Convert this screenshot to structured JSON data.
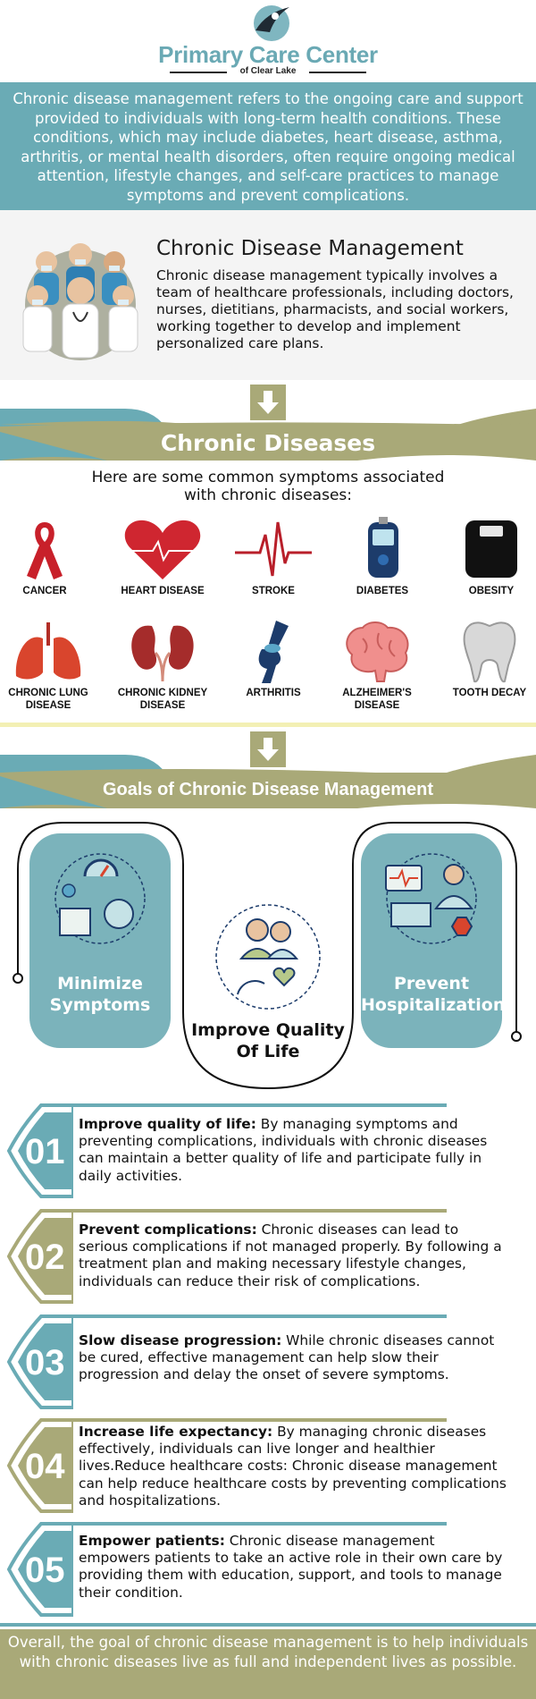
{
  "header": {
    "title": "Primary Care Center",
    "subtitle": "of Clear Lake"
  },
  "intro": {
    "text": "Chronic disease management refers to the ongoing care and support provided to individuals with long-term health conditions. These conditions, which may include diabetes, heart disease, asthma, arthritis, or mental health disorders, often require ongoing medical attention, lifestyle changes, and self-care practices to manage symptoms and prevent complications."
  },
  "cdm": {
    "title": "Chronic Disease Management",
    "text": "Chronic disease management typically involves a team of healthcare professionals, including doctors, nurses, dietitians, pharmacists, and social workers, working together to develop and implement personalized care plans."
  },
  "diseases_section": {
    "title": "Chronic Diseases",
    "intro_line1": "Here are some common symptoms associated",
    "intro_line2": "with chronic diseases:",
    "items": [
      {
        "label": "CANCER",
        "icon": "ribbon-icon"
      },
      {
        "label": "HEART DISEASE",
        "icon": "heart-icon"
      },
      {
        "label": "STROKE",
        "icon": "ecg-icon"
      },
      {
        "label": "DIABETES",
        "icon": "glucometer-icon"
      },
      {
        "label": "OBESITY",
        "icon": "scale-icon"
      },
      {
        "label": "CHRONIC LUNG DISEASE",
        "icon": "lungs-icon"
      },
      {
        "label": "CHRONIC KIDNEY DISEASE",
        "icon": "kidneys-icon"
      },
      {
        "label": "ARTHRITIS",
        "icon": "knee-joint-icon"
      },
      {
        "label": "ALZHEIMER'S DISEASE",
        "icon": "brain-icon"
      },
      {
        "label": "TOOTH DECAY",
        "icon": "tooth-icon"
      }
    ]
  },
  "goals_section": {
    "title": "Goals of Chronic Disease Management",
    "goals": [
      {
        "line1": "Minimize",
        "line2": "Symptoms"
      },
      {
        "line1": "Improve Quality",
        "line2": "Of Life"
      },
      {
        "line1": "Prevent",
        "line2": "Hospitalization"
      }
    ]
  },
  "list": [
    {
      "num": "01",
      "title": "Improve quality of life:",
      "text": " By managing symptoms and preventing complications, individuals with chronic diseases can maintain a better quality of life and participate fully in daily activities."
    },
    {
      "num": "02",
      "title": "Prevent complications:",
      "text": " Chronic diseases can lead to serious complications if not managed properly. By following a treatment plan and making necessary lifestyle changes, individuals can reduce their risk of complications."
    },
    {
      "num": "03",
      "title": "Slow disease progression:",
      "text": " While chronic diseases cannot be cured, effective management can help slow their progression and delay the onset of severe symptoms."
    },
    {
      "num": "04",
      "title": "Increase life expectancy:",
      "text": " By managing chronic diseases effectively, individuals can live longer and healthier lives.Reduce healthcare costs: Chronic disease management can help reduce healthcare costs by preventing complications and hospitalizations."
    },
    {
      "num": "05",
      "title": "Empower patients:",
      "text": " Chronic disease management empowers patients to take an active role in their own care by providing them with education, support, and tools to manage their condition."
    }
  ],
  "footer": {
    "text": "Overall, the goal of chronic disease management is to help individuals with chronic diseases live as full and independent lives as possible."
  },
  "colors": {
    "teal": "#6aabb5",
    "olive": "#a9a978",
    "light_yellow": "#f3f0b4"
  }
}
